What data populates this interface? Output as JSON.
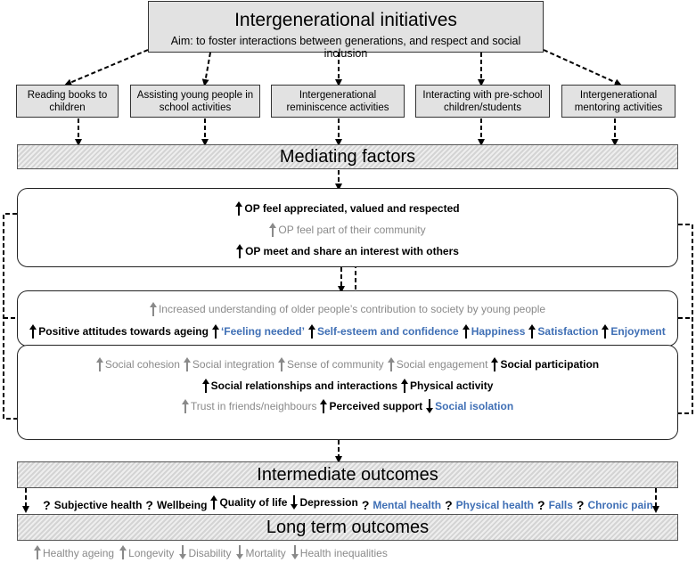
{
  "header": {
    "title": "Intergenerational initiatives",
    "aim": "Aim: to foster interactions between generations, and respect and social inclusion"
  },
  "initiatives": [
    "Reading books to children",
    "Assisting young people in school activities",
    "Intergenerational reminiscence activities",
    "Interacting with pre-school children/students",
    "Intergenerational mentoring activities"
  ],
  "bands": {
    "mediating": "Mediating factors",
    "intermediate": "Intermediate outcomes",
    "long_term": "Long term outcomes"
  },
  "box1": [
    {
      "arrow": "up",
      "color": "black",
      "text": "OP feel appreciated, valued and respected"
    },
    {
      "arrow": "up",
      "color": "gray",
      "text": "OP feel part of their community"
    },
    {
      "arrow": "up",
      "color": "black",
      "text": "OP meet and share an interest with others"
    }
  ],
  "box2": {
    "line1": [
      {
        "arrow": "up",
        "color": "gray",
        "text": "Increased understanding of older people’s contribution to society by young people"
      }
    ],
    "line2": [
      {
        "arrow": "up",
        "color": "black",
        "text": "Positive attitudes towards ageing"
      },
      {
        "arrow": "up",
        "color": "blue",
        "text": "‘Feeling needed’"
      },
      {
        "arrow": "up",
        "color": "blue",
        "text": "Self-esteem and confidence"
      },
      {
        "arrow": "up",
        "color": "blue",
        "text": "Happiness"
      },
      {
        "arrow": "up",
        "color": "blue",
        "text": "Satisfaction"
      },
      {
        "arrow": "up",
        "color": "blue",
        "text": "Enjoyment"
      }
    ]
  },
  "box3": {
    "line1": [
      {
        "arrow": "up",
        "color": "gray",
        "text": "Social cohesion"
      },
      {
        "arrow": "up",
        "color": "gray",
        "text": "Social integration"
      },
      {
        "arrow": "up",
        "color": "gray",
        "text": "Sense of community"
      },
      {
        "arrow": "up",
        "color": "gray",
        "text": "Social engagement"
      },
      {
        "arrow": "up",
        "color": "black",
        "text": "Social participation"
      }
    ],
    "line2": [
      {
        "arrow": "up",
        "color": "black",
        "text": "Social relationships and interactions"
      },
      {
        "arrow": "up",
        "color": "black",
        "text": "Physical activity"
      }
    ],
    "line3": [
      {
        "arrow": "up",
        "color": "gray",
        "text": "Trust in friends/neighbours"
      },
      {
        "arrow": "up",
        "color": "black",
        "text": "Perceived support"
      },
      {
        "arrow": "down",
        "color": "blue",
        "text": "Social isolation"
      }
    ]
  },
  "intermediate_outcomes": [
    {
      "arrow": "?",
      "color": "black",
      "text": "Subjective health"
    },
    {
      "arrow": "?",
      "color": "black",
      "text": "Wellbeing"
    },
    {
      "arrow": "up",
      "color": "black",
      "text": "Quality of life"
    },
    {
      "arrow": "down",
      "color": "black",
      "text": "Depression"
    },
    {
      "arrow": "?",
      "color": "blue",
      "text": "Mental health"
    },
    {
      "arrow": "?",
      "color": "blue",
      "text": "Physical health"
    },
    {
      "arrow": "?",
      "color": "blue",
      "text": "Falls"
    },
    {
      "arrow": "?",
      "color": "blue",
      "text": "Chronic pain"
    }
  ],
  "long_term_outcomes": [
    {
      "arrow": "up",
      "color": "gray",
      "text": "Healthy ageing"
    },
    {
      "arrow": "up",
      "color": "gray",
      "text": "Longevity"
    },
    {
      "arrow": "down",
      "color": "gray",
      "text": "Disability"
    },
    {
      "arrow": "down",
      "color": "gray",
      "text": "Mortality"
    },
    {
      "arrow": "down",
      "color": "gray",
      "text": "Health inequalities"
    }
  ],
  "colors": {
    "black": "#000000",
    "gray": "#8a8a8a",
    "blue": "#3f6fb5"
  }
}
